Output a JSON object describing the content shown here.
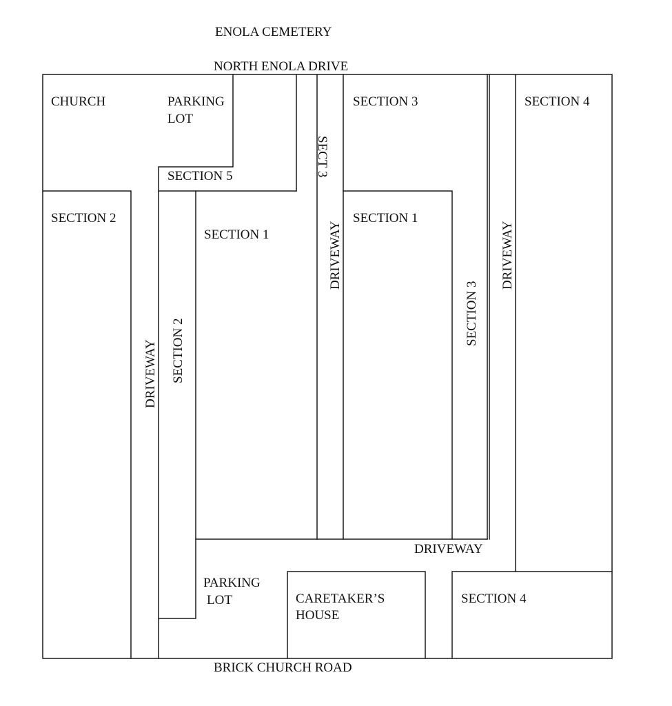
{
  "title": "ENOLA CEMETERY",
  "roads": {
    "north": "NORTH ENOLA DRIVE",
    "south": "BRICK CHURCH ROAD"
  },
  "labels": {
    "church": "CHURCH",
    "parking_top_line1": "PARKING",
    "parking_top_line2": "LOT",
    "section5": "SECTION 5",
    "sect3_small": "SECT 3",
    "section3_top": "SECTION 3",
    "section4_top": "SECTION 4",
    "section2_left": "SECTION 2",
    "section1_center": "SECTION 1",
    "section1_right": "SECTION 1",
    "section2_vertical": "SECTION 2",
    "section3_vertical": "SECTION  3",
    "driveway_left": "DRIVEWAY",
    "driveway_center": "DRIVEWAY",
    "driveway_right": "DRIVEWAY",
    "driveway_bottom": "DRIVEWAY",
    "parking_bottom_line1": "PARKING",
    "parking_bottom_line2": "LOT",
    "caretaker_line1": "CARETAKER’S",
    "caretaker_line2": "HOUSE",
    "section4_bottom": "SECTION 4"
  }
}
